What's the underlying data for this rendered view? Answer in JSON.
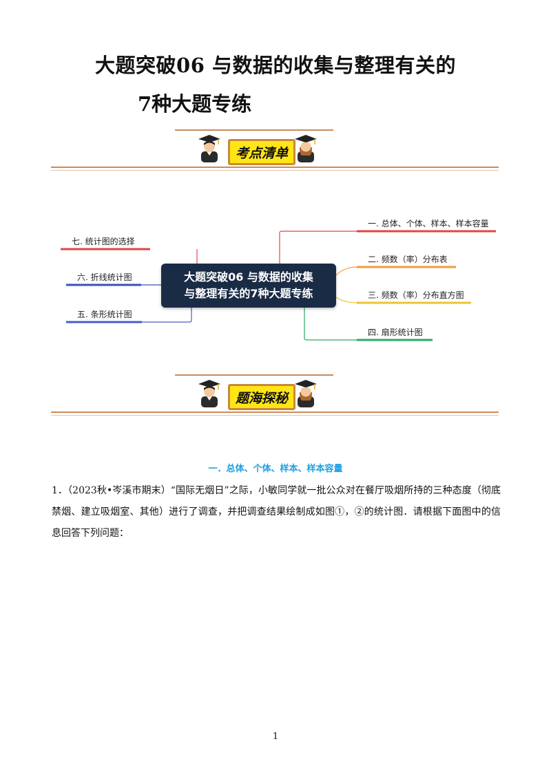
{
  "title": {
    "line1": "大题突破06  与数据的收集与整理有关的",
    "line2": "7种大题专练"
  },
  "banners": {
    "top_label": "考点清单",
    "bottom_label": "题海探秘"
  },
  "mindmap": {
    "center_line1": "大题突破06 与数据的收集",
    "center_line2": "与整理有关的7种大题专练",
    "branches": [
      {
        "label": "一. 总体、个体、样本、样本容量",
        "color": "#e04545"
      },
      {
        "label": "二. 频数（率）分布表",
        "color": "#f39a3c"
      },
      {
        "label": "三. 频数（率）分布直方图",
        "color": "#ecc42b"
      },
      {
        "label": "四. 扇形统计图",
        "color": "#2aa866"
      },
      {
        "label": "五. 条形统计图",
        "color": "#4a5bc8"
      },
      {
        "label": "六. 折线统计图",
        "color": "#3a4fb8"
      },
      {
        "label": "七. 统计图的选择",
        "color": "#e04545"
      }
    ]
  },
  "section": {
    "title": "一．总体、个体、样本、样本容量",
    "question": "1．（2023秋•岑溪市期末）“国际无烟日”之际，小敏同学就一批公众对在餐厅吸烟所持的三种态度（彻底禁烟、建立吸烟室、其他）进行了调查，并把调查结果绘制成如图①，②的统计图．请根据下面图中的信息回答下列问题："
  },
  "page_number": "1"
}
